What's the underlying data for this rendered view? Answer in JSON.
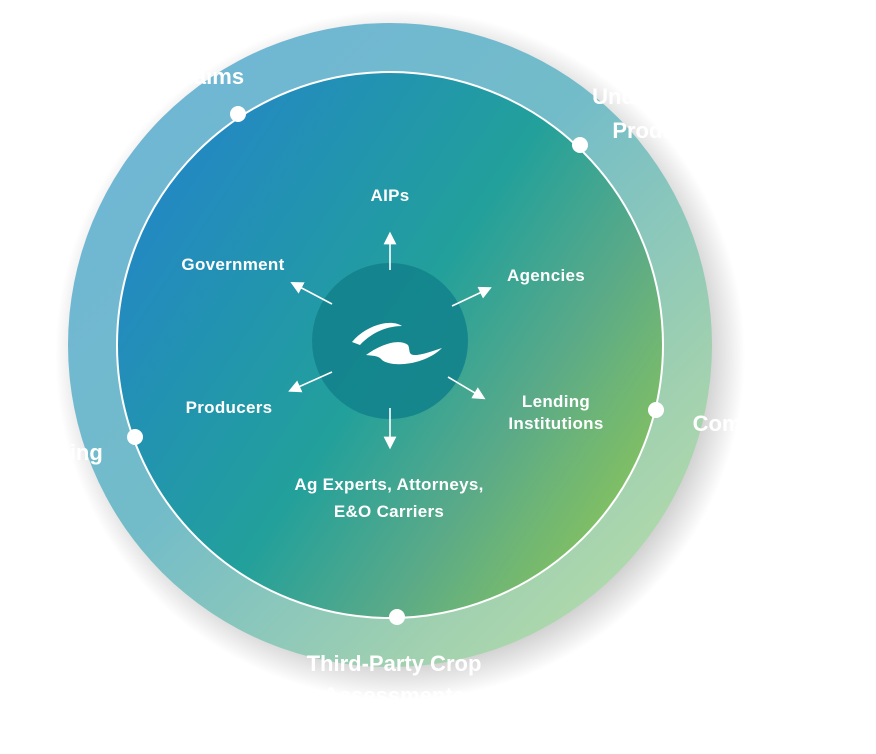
{
  "diagram": {
    "center_logo": "company-swoosh-logo",
    "inner_labels": {
      "aips": "AIPs",
      "agencies": "Agencies",
      "lending_1": "Lending",
      "lending_2": "Institutions",
      "experts_1": "Ag Experts, Attorneys,",
      "experts_2": "E&O Carriers",
      "producers": "Producers",
      "government": "Government"
    },
    "outer_labels": {
      "claims": "Claims",
      "underwriting_1": "Underwriting",
      "underwriting_2": "Products",
      "compliance": "Compliance",
      "training": "Training",
      "assessments_1": "Third-Party Crop",
      "assessments_2": "Assessments"
    },
    "colors": {
      "outer_blue": "#6fb4d9",
      "outer_green": "#b3dba0",
      "inner_blue": "#2387c5",
      "inner_teal": "#22a09b",
      "inner_green": "#86c25f",
      "center": "#13838c"
    }
  }
}
